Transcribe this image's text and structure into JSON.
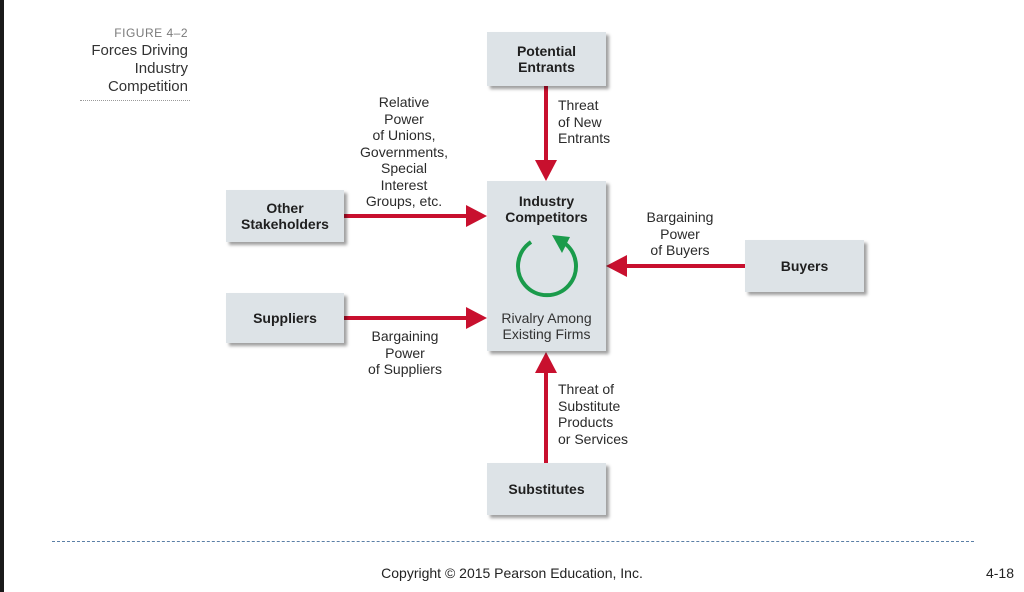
{
  "figure": {
    "number": "FIGURE 4–2",
    "title": "Forces Driving\nIndustry\nCompetition"
  },
  "boxes": {
    "potential_entrants": "Potential\nEntrants",
    "other_stakeholders": "Other\nStakeholders",
    "suppliers": "Suppliers",
    "buyers": "Buyers",
    "substitutes": "Substitutes"
  },
  "center": {
    "title": "Industry\nCompetitors",
    "subtitle": "Rivalry Among\nExisting Firms"
  },
  "forces": {
    "new_entrants": "Threat\nof New\nEntrants",
    "stakeholders": "Relative\nPower\nof Unions,\nGovernments,\nSpecial\nInterest\nGroups, etc.",
    "suppliers": "Bargaining\nPower\nof Suppliers",
    "buyers": "Bargaining\nPower\nof Buyers",
    "substitutes": "Threat of\nSubstitute\nProducts\nor Services"
  },
  "footer": {
    "copyright": "Copyright © 2015 Pearson Education, Inc.",
    "page": "4-18"
  },
  "colors": {
    "arrow": "#c8102e",
    "box": "#dde3e7",
    "cycle": "#1a9b4b",
    "rule": "#5b7fa6"
  }
}
